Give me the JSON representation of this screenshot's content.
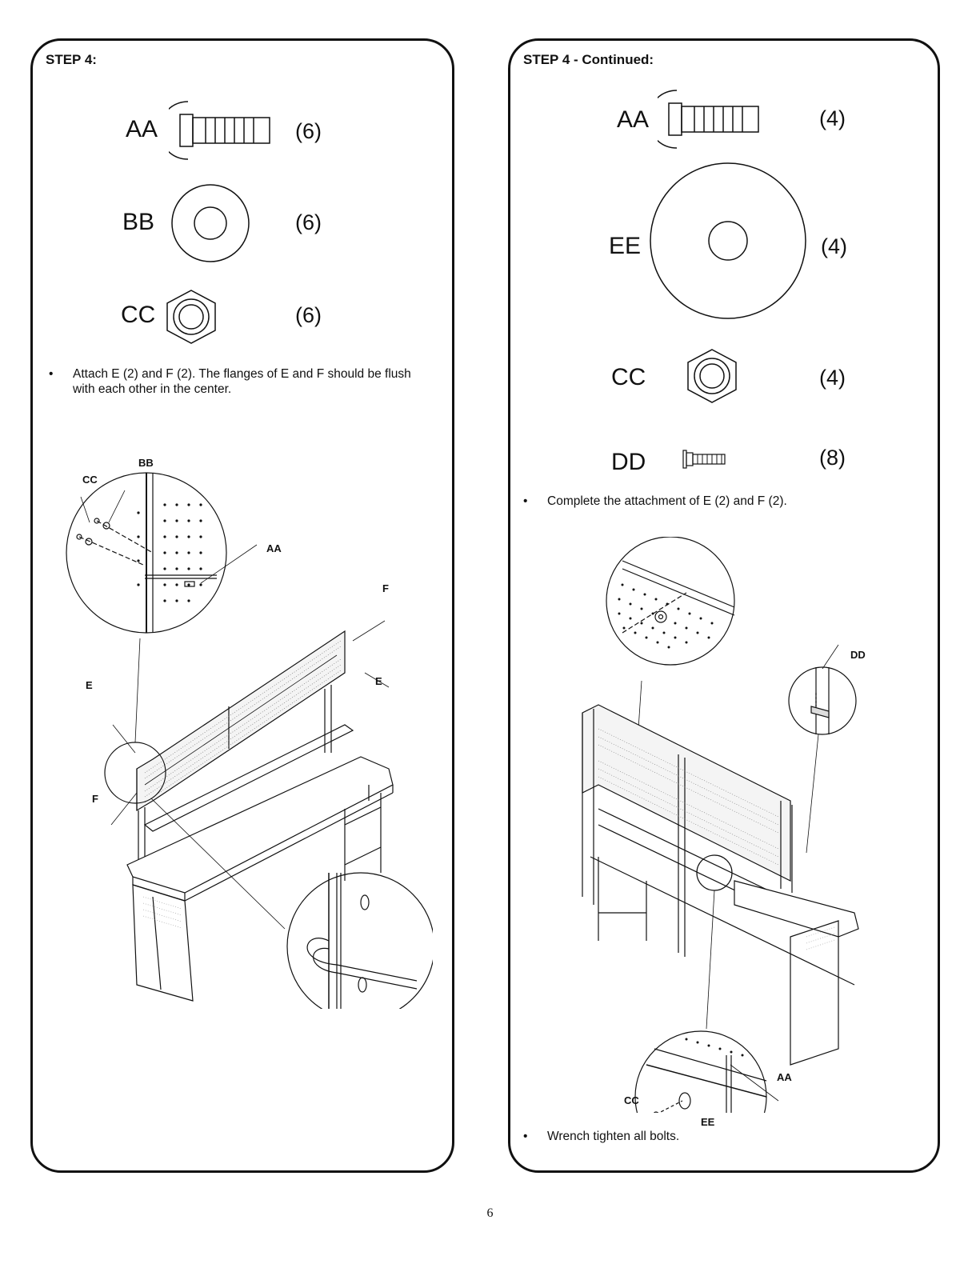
{
  "left_panel": {
    "title": "STEP 4:",
    "parts": [
      {
        "label": "AA",
        "qty": "(6)",
        "icon": "carriage-bolt-icon"
      },
      {
        "label": "BB",
        "qty": "(6)",
        "icon": "flat-washer-icon"
      },
      {
        "label": "CC",
        "qty": "(6)",
        "icon": "hex-nut-icon"
      }
    ],
    "instruction": "Attach E (2) and F (2). The flanges of E and F should be flush with each other in the center.",
    "callouts": {
      "cc": "CC",
      "bb": "BB",
      "aa": "AA",
      "f_top": "F",
      "e_right": "E",
      "e_left": "E",
      "f_left": "F"
    }
  },
  "right_panel": {
    "title": "STEP 4 - Continued:",
    "parts": [
      {
        "label": "AA",
        "qty": "(4)",
        "icon": "carriage-bolt-icon"
      },
      {
        "label": "EE",
        "qty": "(4)",
        "icon": "large-fender-washer-icon"
      },
      {
        "label": "CC",
        "qty": "(4)",
        "icon": "hex-nut-icon"
      },
      {
        "label": "DD",
        "qty": "(8)",
        "icon": "flange-bolt-icon"
      }
    ],
    "instruction_1": "Complete the attachment of E (2) and F (2).",
    "instruction_2": "Wrench tighten all bolts.",
    "callouts": {
      "dd": "DD",
      "aa": "AA",
      "cc": "CC",
      "ee": "EE"
    }
  },
  "bullet_char": "•",
  "page_number": "6"
}
